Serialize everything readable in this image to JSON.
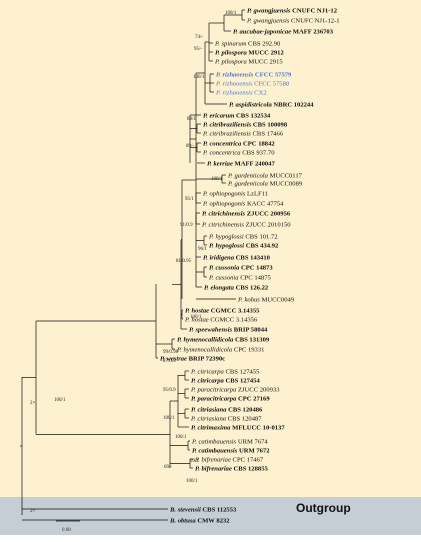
{
  "colors": {
    "ingroup_band": "#fdf1cf",
    "outgroup_band": "#c5cdd5",
    "highlight_taxon": "#4a78c9",
    "branch": "#111111"
  },
  "outgroup_label": "Outgroup",
  "scale_label": "0.08",
  "tips": [
    {
      "genus": "P.",
      "epithet": "gwangjuensis",
      "strain": "CNUFC NJ1-12",
      "bold": true
    },
    {
      "genus": "P.",
      "epithet": "gwangjuensis",
      "strain": "CNUFC NJ1-12-1",
      "bold": false
    },
    {
      "genus": "P.",
      "epithet": "aucubae-japonicae",
      "strain": "MAFF 236703",
      "bold": true
    },
    {
      "genus": "P.",
      "epithet": "spinarum",
      "strain": "CBS 292.90",
      "bold": false
    },
    {
      "genus": "P.",
      "epithet": "pilospora",
      "strain": "MUCC 2912",
      "bold": true
    },
    {
      "genus": "P.",
      "epithet": "pilospora",
      "strain": "MUCC 2915",
      "bold": false
    },
    {
      "genus": "P.",
      "epithet": "rizhaoensis",
      "strain": "CFCC 57579",
      "bold": true,
      "highlight": true
    },
    {
      "genus": "P.",
      "epithet": "rizhaoensis",
      "strain": "CFCC 57580",
      "bold": false,
      "highlight": true
    },
    {
      "genus": "P.",
      "epithet": "rizhaoensis",
      "strain": "CX2",
      "bold": false,
      "highlight": true
    },
    {
      "genus": "P.",
      "epithet": "aspidistricola",
      "strain": "NBRC 102244",
      "bold": true
    },
    {
      "genus": "P.",
      "epithet": "ericarum",
      "strain": "CBS 132534",
      "bold": true
    },
    {
      "genus": "P.",
      "epithet": "citribraziliensis",
      "strain": "CBS 100098",
      "bold": true
    },
    {
      "genus": "P.",
      "epithet": "citribraziliensis",
      "strain": "CBS 17466",
      "bold": false
    },
    {
      "genus": "P.",
      "epithet": "concentrica",
      "strain": "CPC 18842",
      "bold": true
    },
    {
      "genus": "P.",
      "epithet": "concentrica",
      "strain": "CBS 937.70",
      "bold": false
    },
    {
      "genus": "P.",
      "epithet": "kerriae",
      "strain": "MAFF 240047",
      "bold": true
    },
    {
      "genus": "P.",
      "epithet": "gardeniicola",
      "strain": "MUCC0117",
      "bold": false
    },
    {
      "genus": "P.",
      "epithet": "gardeniicola",
      "strain": "MUCC0089",
      "bold": false
    },
    {
      "genus": "P.",
      "epithet": "ophiopogonis",
      "strain": "LzLF11",
      "bold": false
    },
    {
      "genus": "P.",
      "epithet": "ophiopogonis",
      "strain": "KACC 47754",
      "bold": false
    },
    {
      "genus": "P.",
      "epithet": "citrichinensis",
      "strain": "ZJUCC 200956",
      "bold": true
    },
    {
      "genus": "P.",
      "epithet": "citrichinensis",
      "strain": "ZJUCC 2010150",
      "bold": false
    },
    {
      "genus": "P.",
      "epithet": "hypoglossi",
      "strain": "CBS 101.72",
      "bold": false
    },
    {
      "genus": "P.",
      "epithet": "hypoglossi",
      "strain": "CBS 434.92",
      "bold": true
    },
    {
      "genus": "P.",
      "epithet": "iridigena",
      "strain": "CBS 143410",
      "bold": true
    },
    {
      "genus": "P.",
      "epithet": "cussonia",
      "strain": "CPC 14873",
      "bold": true
    },
    {
      "genus": "P.",
      "epithet": "cussonia",
      "strain": "CPC 14875",
      "bold": false
    },
    {
      "genus": "P.",
      "epithet": "elongata",
      "strain": "CBS 126.22",
      "bold": true
    },
    {
      "genus": "P.",
      "epithet": "kobus",
      "strain": "MUCC0049",
      "bold": false
    },
    {
      "genus": "P.",
      "epithet": "hostae",
      "strain": "CGMCC 3.14355",
      "bold": true
    },
    {
      "genus": "P.",
      "epithet": "hostae",
      "strain": "CGMCC 3.14356",
      "bold": false
    },
    {
      "genus": "P.",
      "epithet": "speewahensis",
      "strain": "BRIP 58044",
      "bold": true
    },
    {
      "genus": "P.",
      "epithet": "hymenocallidicola",
      "strain": "CBS 131309",
      "bold": true
    },
    {
      "genus": "P.",
      "epithet": "hymenocallidicola",
      "strain": "CPC 19331",
      "bold": false
    },
    {
      "genus": "P.",
      "epithet": "westrae",
      "strain": "BRIP 72390c",
      "bold": true
    },
    {
      "genus": "P.",
      "epithet": "citricarpa",
      "strain": "CBS 127455",
      "bold": false
    },
    {
      "genus": "P.",
      "epithet": "citricarpa",
      "strain": "CBS 127454",
      "bold": true
    },
    {
      "genus": "P.",
      "epithet": "paracitricarpa",
      "strain": "ZJUCC 200933",
      "bold": false
    },
    {
      "genus": "P.",
      "epithet": "paracitricarpa",
      "strain": "CPC 27169",
      "bold": true
    },
    {
      "genus": "P.",
      "epithet": "citriasiana",
      "strain": "CBS 120486",
      "bold": true
    },
    {
      "genus": "P.",
      "epithet": "citriasiana",
      "strain": "CBS 120487",
      "bold": false
    },
    {
      "genus": "P.",
      "epithet": "citrimaxima",
      "strain": "MFLUCC 10-0137",
      "bold": true
    },
    {
      "genus": "P.",
      "epithet": "catimbauensis",
      "strain": "URM 7674",
      "bold": false
    },
    {
      "genus": "P.",
      "epithet": "catimbauensis",
      "strain": "URM 7672",
      "bold": true
    },
    {
      "genus": "P.",
      "epithet": "bifrenariae",
      "strain": "CPC 17467",
      "bold": false
    },
    {
      "genus": "P.",
      "epithet": "bifrenariae",
      "strain": "CBS 128855",
      "bold": true
    },
    {
      "genus": "B.",
      "epithet": "stevensii",
      "strain": "CBS 112553",
      "bold": true
    },
    {
      "genus": "B.",
      "epithet": "obtusa",
      "strain": "CMW 8232",
      "bold": true
    }
  ],
  "support_values": [
    "100/1",
    "74/-",
    "95/-",
    "100/1",
    "88/1",
    "89/-",
    "100/1",
    "95/1",
    "91/0.9",
    "96/1",
    "81/0.95",
    "100/1",
    "99/0.98",
    "87/0.9",
    "100/1",
    "95/0.9",
    "100/1",
    "100/1",
    "99/1",
    "69/-",
    "100/1",
    "2×",
    "2×"
  ]
}
